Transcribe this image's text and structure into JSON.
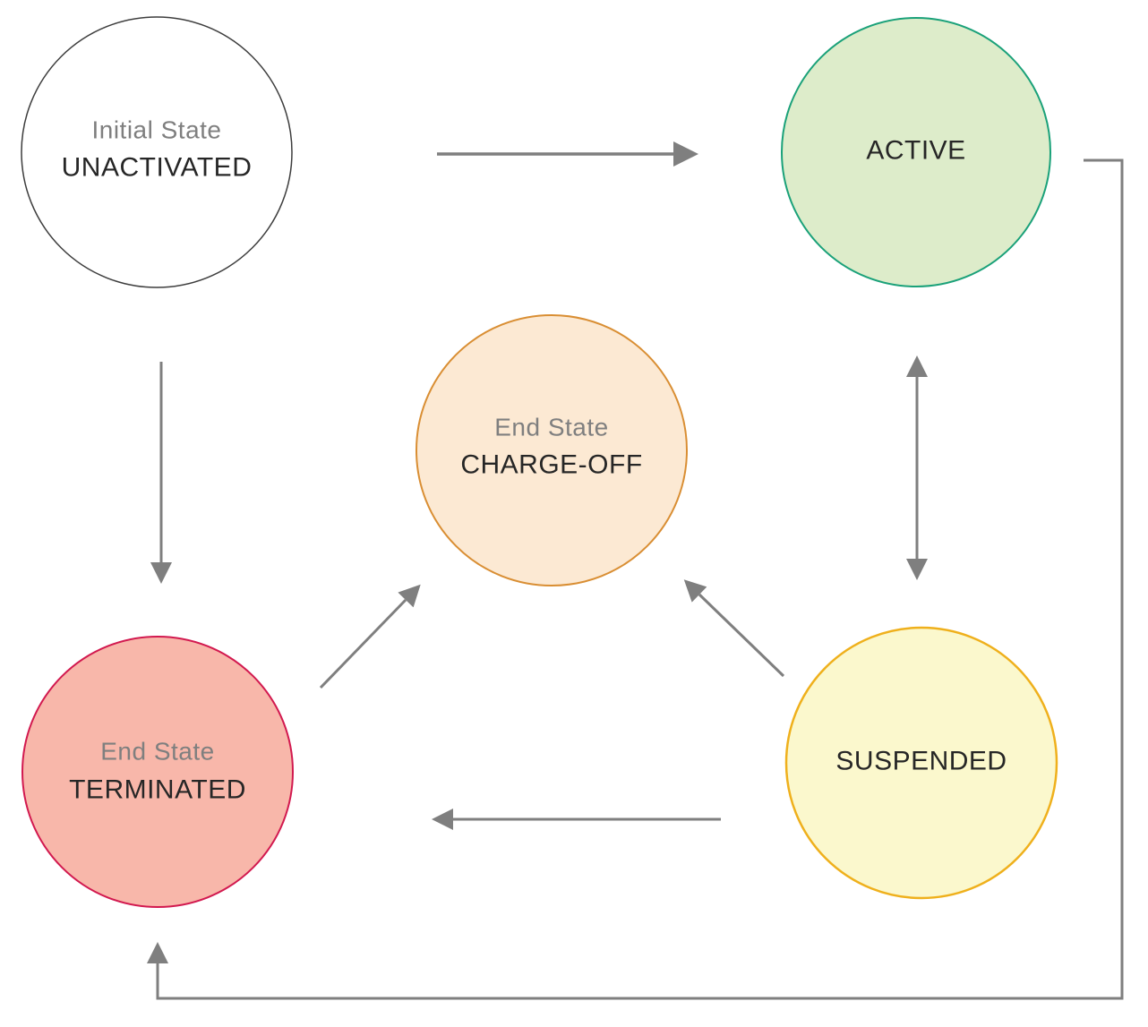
{
  "diagram": {
    "type": "state-machine",
    "background": "#ffffff",
    "arrow_color": "#7f7f7f",
    "sublabel_color": "#7f7f7f",
    "label_color": "#262626",
    "nodes": [
      {
        "id": "unactivated",
        "sublabel": "Initial State",
        "label": "UNACTIVATED",
        "fill": "#ffffff",
        "stroke": "#3d3d3d"
      },
      {
        "id": "active",
        "label": "ACTIVE",
        "fill": "#ddecca",
        "stroke": "#1aa179"
      },
      {
        "id": "charge-off",
        "sublabel": "End State",
        "label": "CHARGE-OFF",
        "fill": "#fce9d3",
        "stroke": "#d98e33"
      },
      {
        "id": "terminated",
        "sublabel": "End State",
        "label": "TERMINATED",
        "fill": "#f8b7aa",
        "stroke": "#d2194f"
      },
      {
        "id": "suspended",
        "label": "SUSPENDED",
        "fill": "#fbf8cd",
        "stroke": "#efb01c"
      }
    ],
    "edges": [
      {
        "from": "UNACTIVATED",
        "to": "ACTIVE",
        "direction": "one-way"
      },
      {
        "from": "UNACTIVATED",
        "to": "TERMINATED",
        "direction": "one-way"
      },
      {
        "from": "ACTIVE",
        "to": "SUSPENDED",
        "direction": "two-way"
      },
      {
        "from": "TERMINATED",
        "to": "CHARGE-OFF",
        "direction": "one-way"
      },
      {
        "from": "SUSPENDED",
        "to": "CHARGE-OFF",
        "direction": "one-way"
      },
      {
        "from": "SUSPENDED",
        "to": "TERMINATED",
        "direction": "one-way"
      },
      {
        "from": "ACTIVE",
        "to": "TERMINATED",
        "direction": "one-way"
      }
    ]
  }
}
